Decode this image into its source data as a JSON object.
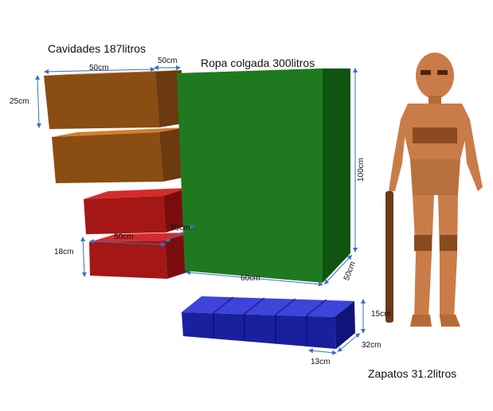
{
  "labels": {
    "cavidades": "Cavidades 187litros",
    "ropa": "Ropa colgada 300litros",
    "zapatos": "Zapatos 31.2litros"
  },
  "dimensions": {
    "box_width": "50cm",
    "gap": "50cm",
    "box_height": "25cm",
    "red_width": "50cm",
    "red_depth": "50cm",
    "red_height": "18cm",
    "green_height": "100cm",
    "green_width": "60cm",
    "green_depth": "50cm",
    "shoe_height": "15cm",
    "shoe_depth": "32cm",
    "shoe_width": "13cm"
  },
  "colors": {
    "brown_front": "#8a4d12",
    "brown_top": "#d27f2c",
    "red_front": "#a51616",
    "red_top": "#d42c2c",
    "green_front": "#1f7a1f",
    "green_side": "#0e5410",
    "blue_front": "#1a1f9e",
    "blue_top": "#3d44d9",
    "dim_line": "#3a6ec7",
    "skin": "#c97c48"
  }
}
